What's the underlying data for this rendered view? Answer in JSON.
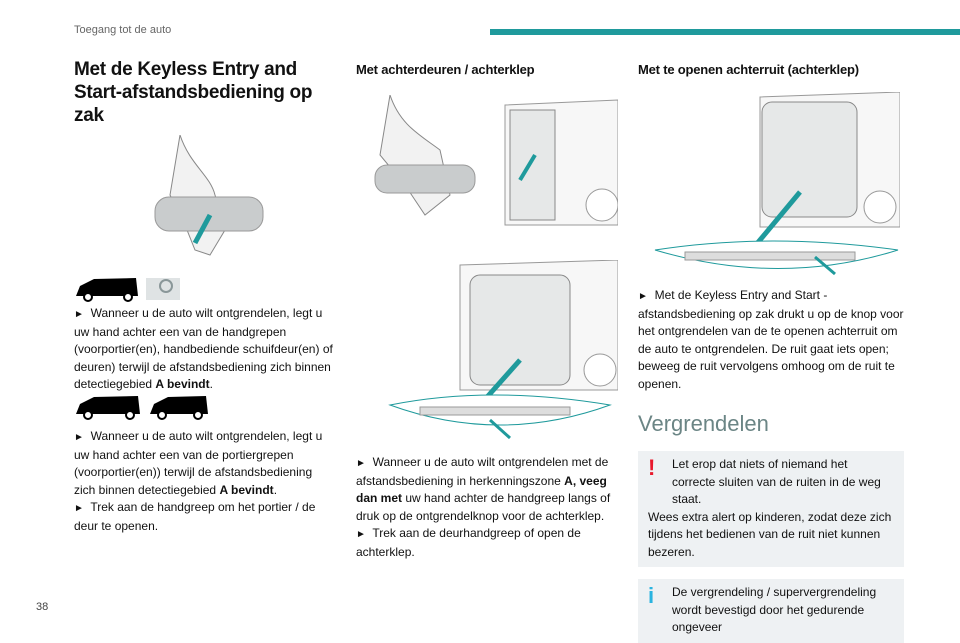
{
  "header": {
    "section": "Toegang tot de auto",
    "page_number": "38",
    "accent_color": "#1f9a9c"
  },
  "col1": {
    "title": "Met de Keyless Entry and Start-afstandsbediening op zak",
    "p1": "Wanneer u de auto wilt ontgrendelen, legt u uw hand achter een van de handgrepen (voorportier(en), handbediende schuifdeur(en) of deuren) terwijl de afstandsbediening zich binnen detectiegebied ",
    "p1_bold": "A bevindt",
    "p2": "Wanneer u de auto wilt ontgrendelen, legt u uw hand achter een van de portiergrepen (voorportier(en)) terwijl de afstandsbediening zich binnen detectiegebied ",
    "p2_bold": "A bevindt",
    "p3": "Trek aan de handgreep om het portier / de deur te openen."
  },
  "col2": {
    "title": "Met achterdeuren / achterklep",
    "p1a": "Wanneer u de auto wilt ontgrendelen met de afstandsbediening in herkenningszone ",
    "p1_bold": "A, veeg dan met",
    "p1b": " uw hand achter de handgreep langs of druk op de ontgrendelknop voor de achterklep.",
    "p2": "Trek aan de deurhandgreep of open de achterklep."
  },
  "col3": {
    "title": "Met te openen achterruit (achterklep)",
    "p1": "Met de Keyless Entry and Start -afstandsbediening op zak drukt u op de knop voor het ontgrendelen van de te openen achterruit om de auto te ontgrendelen. De ruit gaat iets open; beweeg de ruit vervolgens omhoog om de ruit te openen.",
    "heading": "Vergrendelen",
    "warning_first": "Let erop dat niets of niemand het correcte sluiten van de ruiten in de weg staat.",
    "warning_rest": "Wees extra alert op kinderen, zodat deze zich tijdens het bedienen van de ruit niet kunnen bezeren.",
    "info": "De vergrendeling / supervergrendeling wordt bevestigd door het gedurende ongeveer"
  },
  "glyphs": {
    "bullet": "►",
    "warning": "!",
    "info": "i",
    "period": "."
  }
}
